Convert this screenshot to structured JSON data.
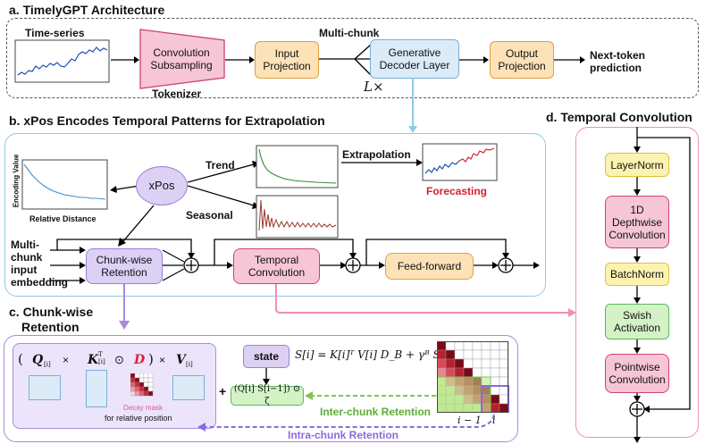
{
  "panels": {
    "a_title": "a. TimelyGPT Architecture",
    "b_title": "b. xPos Encodes Temporal Patterns for Extrapolation",
    "c_title_line1": "c. Chunk-wise",
    "c_title_line2": "Retention",
    "d_title": "d. Temporal Convolution"
  },
  "panel_a": {
    "input_label": "Time-series",
    "tokenizer_box": "Convolution\nSubsampling",
    "tokenizer_label": "Tokenizer",
    "input_projection": "Input\nProjection",
    "multichunk_label": "Multi-chunk",
    "decoder_layer": "Generative\nDecoder Layer",
    "repeat_label": "L×",
    "output_projection": "Output\nProjection",
    "output_label": "Next-token\nprediction"
  },
  "panel_b": {
    "ylabel": "Encoding Value",
    "xlabel": "Relative Distance",
    "xpos": "xPos",
    "trend": "Trend",
    "seasonal": "Seasonal",
    "extrapolation": "Extrapolation",
    "forecasting": "Forecasting",
    "input_label": "Multi-\nchunk\ninput\nembedding",
    "chunk_retention": "Chunk-wise\nRetention",
    "temporal_conv": "Temporal\nConvolution",
    "feed_forward": "Feed-forward"
  },
  "panel_c": {
    "q": "Q",
    "k": "K",
    "d": "D",
    "v": "V",
    "decay_caption": "Decay mask",
    "decay_caption2": "for relative position",
    "state": "state",
    "equation": "S[i] = K[i]ᵀ V[i] D_B + γᴮ S[i−1]",
    "inter_term": "(Q[i] S[i−1]) ⊙ ζ",
    "inter_label": "Inter-chunk Retention",
    "intra_label": "Intra-chunk Retention",
    "i_minus_1": "i − 1",
    "i": "i"
  },
  "panel_d": {
    "layernorm": "LayerNorm",
    "depthwise": "1D\nDepthwise\nConvolution",
    "batchnorm": "BatchNorm",
    "swish": "Swish\nActivation",
    "pointwise": "Pointwise\nConvolution"
  },
  "colors": {
    "pink_box": "#f6c6d6",
    "orange_box": "#fde2b8",
    "blue_box": "#dcebf8",
    "yellow_box": "#fdf3b0",
    "green_box": "#d4f2c6",
    "purple_box": "#ddd0f5",
    "panel_b_border": "#8fcbe8",
    "panel_c_border": "#a68be0",
    "panel_d_border": "#ef8fb8",
    "forecast_red": "#d8202f"
  }
}
